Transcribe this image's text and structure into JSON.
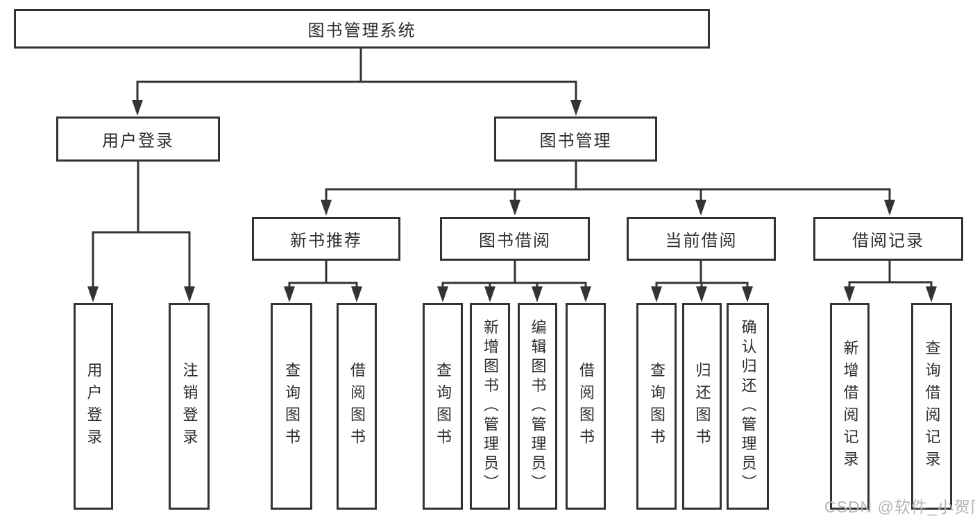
{
  "colors": {
    "line": "#333333",
    "box_border": "#333333",
    "text": "#2d2d2d",
    "watermark": "#b6b6b6",
    "background": "#ffffff"
  },
  "tree": {
    "root": {
      "label": "图书管理系统",
      "children": [
        {
          "label": "用户登录",
          "children": [
            {
              "label": "用户登录"
            },
            {
              "label": "注销登录"
            }
          ]
        },
        {
          "label": "图书管理",
          "children": [
            {
              "label": "新书推荐",
              "children": [
                {
                  "label": "查询图书"
                },
                {
                  "label": "借阅图书"
                }
              ]
            },
            {
              "label": "图书借阅",
              "children": [
                {
                  "label": "查询图书"
                },
                {
                  "label": "新增图书（管理员）"
                },
                {
                  "label": "编辑图书（管理员）"
                },
                {
                  "label": "借阅图书"
                }
              ]
            },
            {
              "label": "当前借阅",
              "children": [
                {
                  "label": "查询图书"
                },
                {
                  "label": "归还图书"
                },
                {
                  "label": "确认归还（管理员）"
                }
              ]
            },
            {
              "label": "借阅记录",
              "children": [
                {
                  "label": "新增借阅记录"
                },
                {
                  "label": "查询借阅记录"
                }
              ]
            }
          ]
        }
      ]
    }
  },
  "watermark": {
    "text": "CSDN @软件_小贺同学"
  }
}
